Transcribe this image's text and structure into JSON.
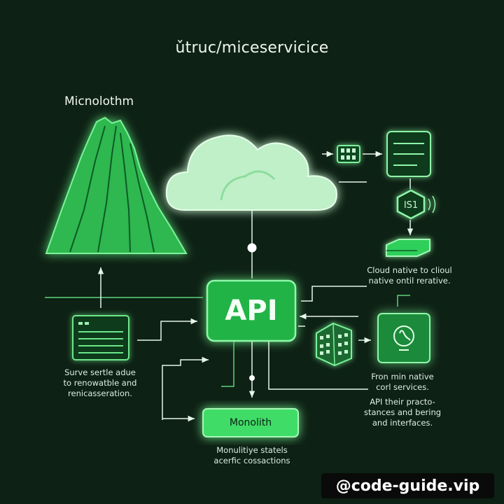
{
  "title": "ǔtruc/miceservicice",
  "labels": {
    "monolith_heading": "Micnolothm",
    "api": "API",
    "monolith_box": "Monolith",
    "ss1": "IS1"
  },
  "captions": {
    "left": [
      "Surve sertle adue",
      "to renowatble and",
      "renicasseration."
    ],
    "bottom": [
      "Monulitiye statels",
      "acerfic cossactions"
    ],
    "right_top": [
      "Cloud native to clioul",
      "native ontil rerative."
    ],
    "right_mid": [
      "Fron min native",
      "corl services."
    ],
    "right_bottom": [
      "API their practo-",
      "stances and bering",
      "and interfaces."
    ]
  },
  "watermark": "@code-guide.vip",
  "colors": {
    "background": "#0d2114",
    "accent": "#2fd05a",
    "glow": "#7cf29a"
  }
}
